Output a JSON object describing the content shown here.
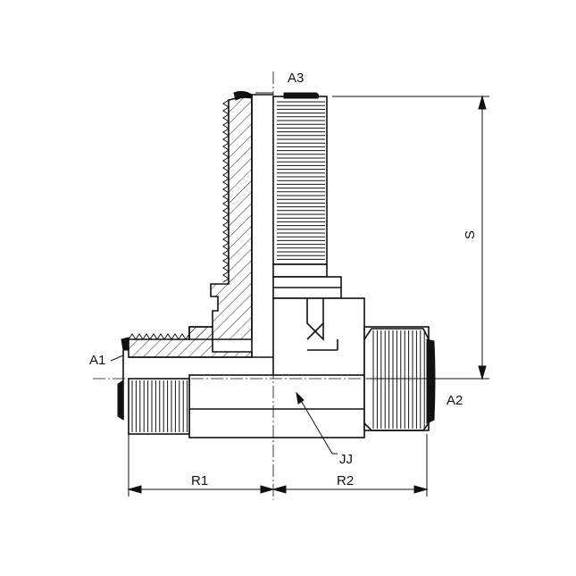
{
  "labels": {
    "a3": "A3",
    "a1": "A1",
    "a2": "A2",
    "s": "S",
    "jj": "JJ",
    "r1": "R1",
    "r2": "R2"
  },
  "colors": {
    "line": "#111111",
    "background": "#ffffff"
  }
}
